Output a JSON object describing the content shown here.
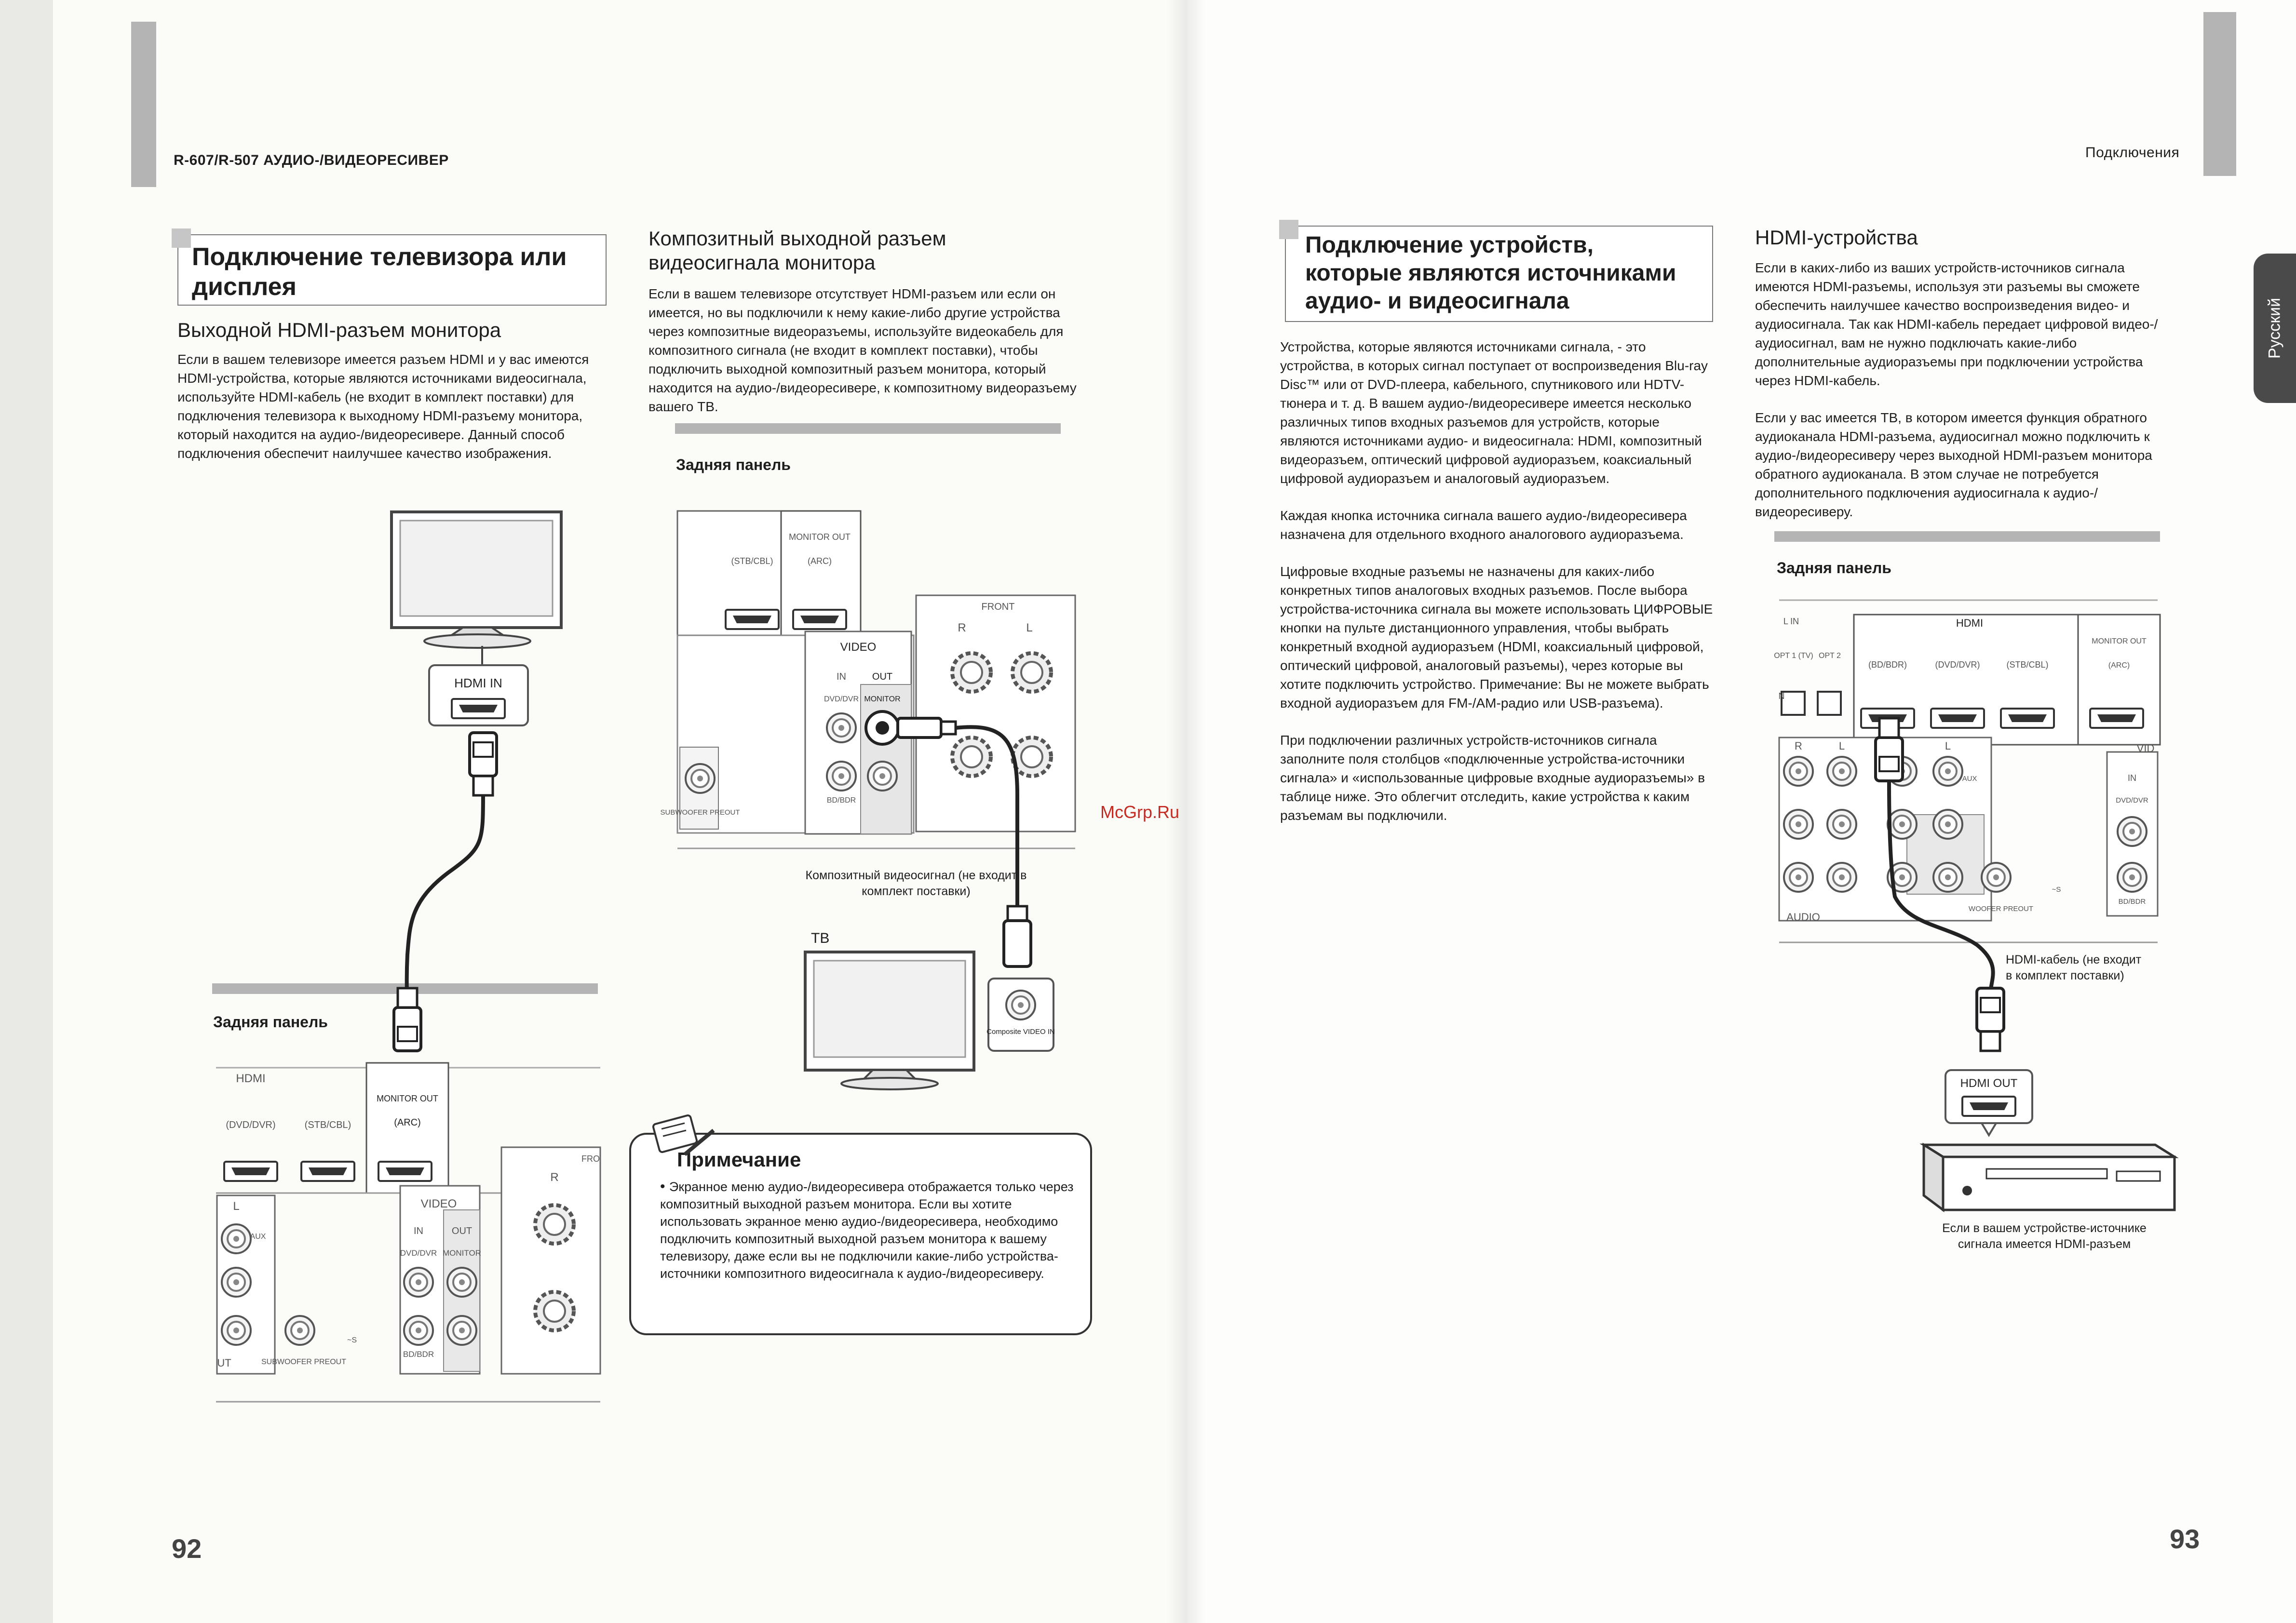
{
  "left_page": {
    "header": "R-607/R-507 АУДИО-/ВИДЕОРЕСИВЕР",
    "section_title": "Подключение телевизора или дисплея",
    "hdmi": {
      "title": "Выходной HDMI-разъем монитора",
      "text": "Если в вашем телевизоре имеется разъем HDMI и у вас имеются HDMI-устройства, которые являются источниками видеосигнала, используйте HDMI-кабель (не входит в комплект поставки) для подключения телевизора к выходному HDMI-разъему монитора, который находится на аудио-/видеоресивере. Данный способ подключения обеспечит наилучшее качество изображения.",
      "hdmi_in_label": "HDMI IN",
      "rear_panel_label": "Задняя панель",
      "panel": {
        "hdmi": "HDMI",
        "dvd": "(DVD/DVR)",
        "stb": "(STB/CBL)",
        "monitor_out": "MONITOR OUT",
        "arc": "(ARC)",
        "video": "VIDEO",
        "in": "IN",
        "out": "OUT",
        "dvd_dvr": "DVD/DVR",
        "monitor": "MONITOR",
        "bd_bdr": "BD/BDR",
        "l": "L",
        "aux": "AUX",
        "r": "R",
        "subwoofer": "SUBWOOFER PREOUT",
        "ut": "UT",
        "s": "~S",
        "fro": "FRO"
      }
    },
    "composite": {
      "title": "Композитный выходной разъем видеосигнала монитора",
      "text": "Если в вашем телевизоре отсутствует HDMI-разъем или если он имеется, но вы подключили к нему какие-либо другие устройства через композитные видеоразъемы, используйте видеокабель для композитного сигнала (не входит в комплект поставки), чтобы подключить выходной композитный разъем монитора, который находится на аудио-/видеоресивере, к композитному видеоразъему вашего ТВ.",
      "rear_panel_label": "Задняя панель",
      "cable_caption": "Композитный видеосигнал (не входит в комплект поставки)",
      "tv_label": "ТВ",
      "composite_in": "Composite VIDEO IN",
      "panel": {
        "stb": "(STB/CBL)",
        "monitor_out": "MONITOR OUT",
        "arc": "(ARC)",
        "front": "FRONT",
        "video": "VIDEO",
        "in": "IN",
        "out": "OUT",
        "dvd_dvr": "DVD/DVR",
        "monitor": "MONITOR",
        "bd_bdr": "BD/BDR",
        "subwoofer": "SUBWOOFER PREOUT",
        "r": "R",
        "l": "L"
      }
    },
    "note": {
      "title": "Примечание",
      "text": "Экранное меню аудио-/видеоресивера отображается только через композитный выходной разъем монитора. Если вы хотите использовать экранное меню аудио-/видеоресивера, необходимо подключить композитный выходной разъем монитора к вашему телевизору, даже если вы не подключили какие-либо устройства-источники композитного видеосигнала к аудио-/видеоресиверу."
    },
    "page_number": "92"
  },
  "right_page": {
    "header": "Подключения",
    "side_tab": "Русский",
    "section_title": "Подключение устройств, которые являются источниками аудио- и видеосигнала",
    "paragraphs": [
      "Устройства, которые являются источниками сигнала, - это устройства, в которых сигнал поступает от воспроизведения Blu-ray Disc™ или от DVD-плеера, кабельного, спутникового или HDTV-тюнера и т. д. В вашем аудио-/видеоресивере имеется несколько различных типов входных разъемов для устройств, которые являются источниками аудио- и видеосигнала: HDMI, композитный видеоразъем, оптический цифровой аудиоразъем, коаксиальный цифровой аудиоразъем и аналоговый аудиоразъем.",
      "Каждая кнопка источника сигнала вашего аудио-/видеоресивера назначена для отдельного входного аналогового аудиоразъема.",
      "Цифровые входные разъемы не назначены для каких-либо конкретных типов аналоговых входных разъемов. После выбора устройства-источника сигнала вы можете использовать ЦИФРОВЫЕ кнопки на пульте дистанционного управления, чтобы выбрать конкретный входной аудиоразъем (HDMI, коаксиальный цифровой, оптический цифровой, аналоговый разъемы), через которые вы хотите подключить устройство. Примечание: Вы не можете выбрать входной аудиоразъем для FM-/AM-радио или USB-разъема).",
      "При подключении различных устройств-источников сигнала заполните поля столбцов «подключенные устройства-источники сигнала» и «использованные цифровые входные аудиоразъемы» в таблице ниже. Это облегчит отследить, какие устройства к каким разъемам вы подключили."
    ],
    "hdmi_devices": {
      "title": "HDMI-устройства",
      "paragraphs": [
        "Если в каких-либо из ваших устройств-источников сигнала имеются HDMI-разъемы, используя эти разъемы вы сможете обеспечить наилучшее качество воспроизведения видео- и аудиосигнала. Так как HDMI-кабель передает цифровой видео-/аудиосигнал, вам не нужно подключать какие-либо дополнительные аудиоразъемы при подключении устройства через HDMI-кабель.",
        "Если у вас имеется ТВ, в котором имеется функция обратного аудиоканала HDMI-разъема, аудиосигнал можно подключить к аудио-/видеоресиверу через выходной HDMI-разъем монитора обратного аудиоканала. В этом случае не потребуется дополнительного подключения аудиосигнала к аудио-/видеоресиверу."
      ],
      "rear_panel_label": "Задняя панель",
      "cable_caption": "HDMI-кабель (не входит в комплект поставки)",
      "hdmi_out_label": "HDMI OUT",
      "device_caption": "Если в вашем устройстве-источнике сигнала имеется HDMI-разъем",
      "panel": {
        "in": "L IN",
        "hdmi": "HDMI",
        "opt1": "OPT 1 (TV)",
        "opt2": "OPT 2",
        "bd": "(BD/BDR)",
        "dvd": "(DVD/DVR)",
        "stb": "(STB/CBL)",
        "monitor_out": "MONITOR OUT",
        "arc": "(ARC)",
        "r": "R",
        "l": "L",
        "aux": "AUX",
        "audio": "AUDIO",
        "subwoofer": "WOOFER PREOUT",
        "vid": "VID",
        "vin": "IN",
        "dvd_dvr": "DVD/DVR",
        "bd_bdr": "BD/BDR",
        "s": "~S",
        "n": "N"
      }
    },
    "page_number": "93"
  },
  "watermark": "McGrp.Ru"
}
